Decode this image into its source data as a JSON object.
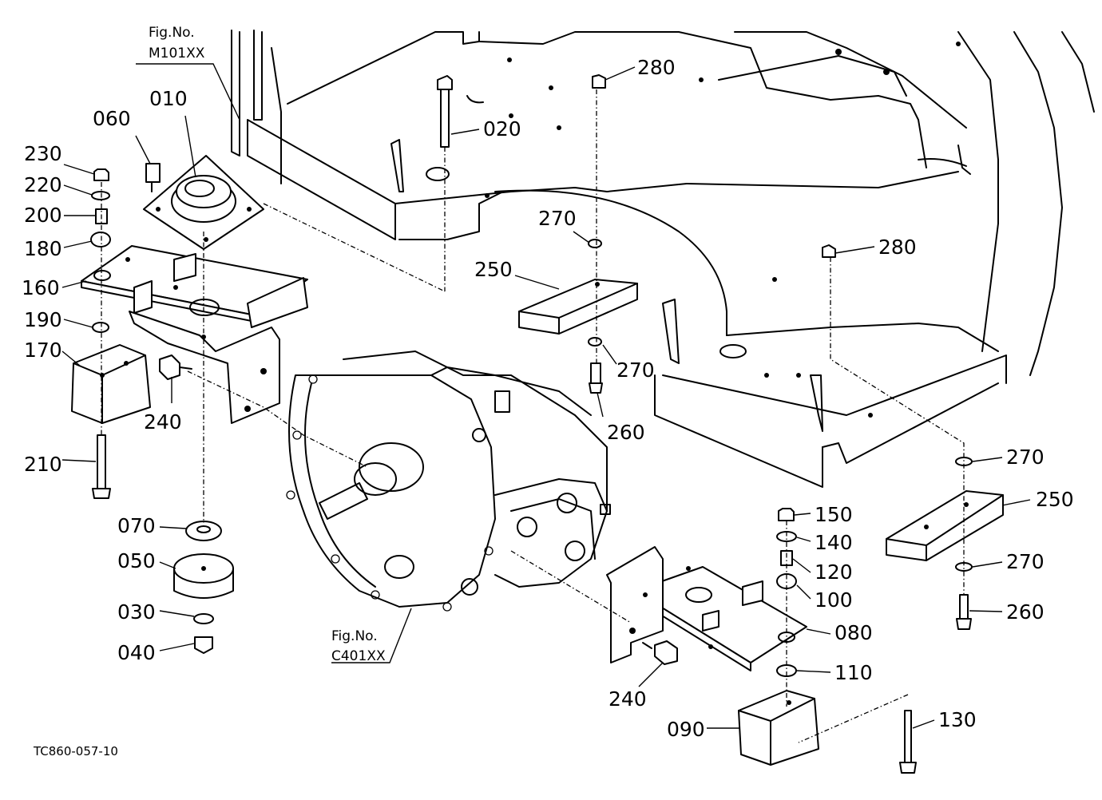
{
  "figure_refs": [
    {
      "line1": "Fig.No.",
      "line2": "M101XX"
    },
    {
      "line1": "Fig.No.",
      "line2": "C401XX"
    }
  ],
  "diagram_code": "TC860-057-10",
  "labels": [
    {
      "id": "010",
      "text": "010"
    },
    {
      "id": "020",
      "text": "020"
    },
    {
      "id": "030",
      "text": "030"
    },
    {
      "id": "040",
      "text": "040"
    },
    {
      "id": "050",
      "text": "050"
    },
    {
      "id": "060",
      "text": "060"
    },
    {
      "id": "070",
      "text": "070"
    },
    {
      "id": "080",
      "text": "080"
    },
    {
      "id": "090",
      "text": "090"
    },
    {
      "id": "100",
      "text": "100"
    },
    {
      "id": "110",
      "text": "110"
    },
    {
      "id": "120",
      "text": "120"
    },
    {
      "id": "130",
      "text": "130"
    },
    {
      "id": "140",
      "text": "140"
    },
    {
      "id": "150",
      "text": "150"
    },
    {
      "id": "160",
      "text": "160"
    },
    {
      "id": "170",
      "text": "170"
    },
    {
      "id": "180",
      "text": "180"
    },
    {
      "id": "190",
      "text": "190"
    },
    {
      "id": "200",
      "text": "200"
    },
    {
      "id": "210",
      "text": "210"
    },
    {
      "id": "220",
      "text": "220"
    },
    {
      "id": "230",
      "text": "230"
    },
    {
      "id": "240a",
      "text": "240"
    },
    {
      "id": "240b",
      "text": "240"
    },
    {
      "id": "250a",
      "text": "250"
    },
    {
      "id": "250b",
      "text": "250"
    },
    {
      "id": "260a",
      "text": "260"
    },
    {
      "id": "260b",
      "text": "260"
    },
    {
      "id": "270a",
      "text": "270"
    },
    {
      "id": "270b",
      "text": "270"
    },
    {
      "id": "270c",
      "text": "270"
    },
    {
      "id": "270d",
      "text": "270"
    },
    {
      "id": "280a",
      "text": "280"
    },
    {
      "id": "280b",
      "text": "280"
    }
  ]
}
